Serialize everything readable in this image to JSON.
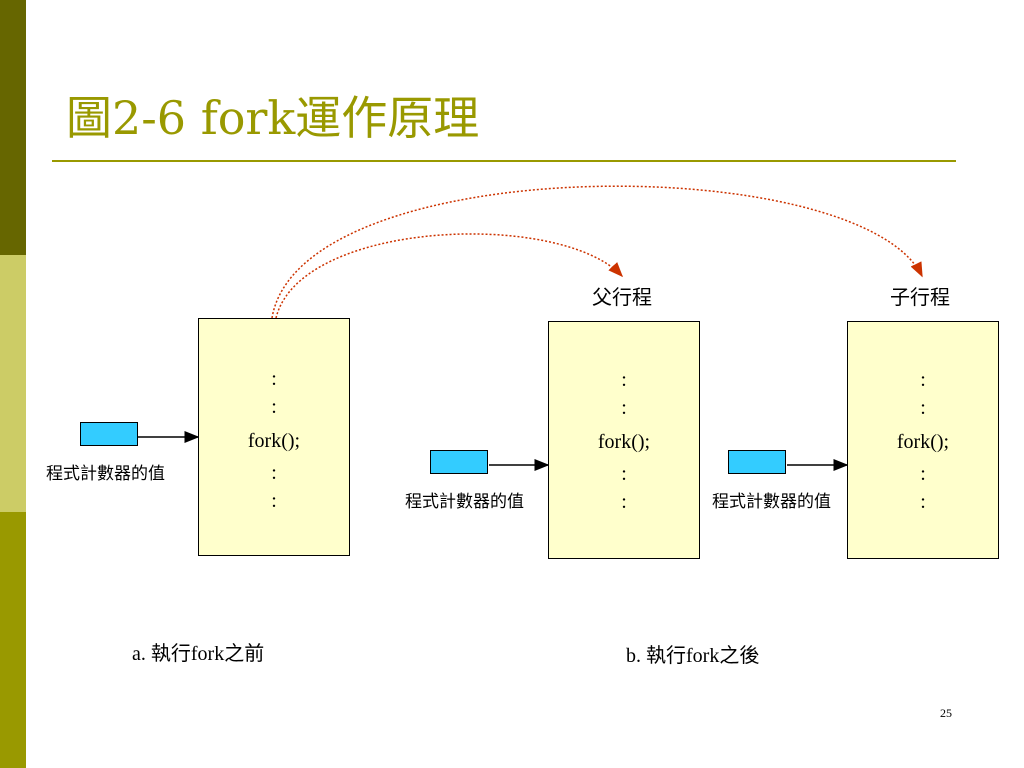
{
  "slide": {
    "title": "圖2-6 fork運作原理",
    "page_number": "25"
  },
  "colors": {
    "accent": "#999900",
    "sidebar_dark": "#666600",
    "sidebar_light": "#cccc66",
    "box_fill": "#ffffcc",
    "register_fill": "#33ccff",
    "arc_color": "#cc3300"
  },
  "diagram": {
    "code_lines": [
      ":",
      ":",
      "fork();",
      ":",
      ":"
    ],
    "pc_label": "程式計數器的值",
    "parent_label": "父行程",
    "child_label": "子行程",
    "caption_a": "a. 執行fork之前",
    "caption_b": "b. 執行fork之後"
  }
}
